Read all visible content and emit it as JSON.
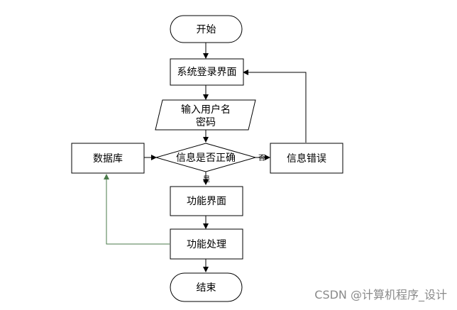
{
  "nodes": {
    "start": "开始",
    "login": "系统登录界面",
    "input_line1": "输入用户名",
    "input_line2": "密码",
    "check": "信息是否正确",
    "database": "数据库",
    "error": "信息错误",
    "function_ui": "功能界面",
    "function_proc": "功能处理",
    "end": "结束"
  },
  "edge_labels": {
    "no": "否",
    "yes": "是"
  },
  "watermark": "CSDN @计算机程序_设计"
}
